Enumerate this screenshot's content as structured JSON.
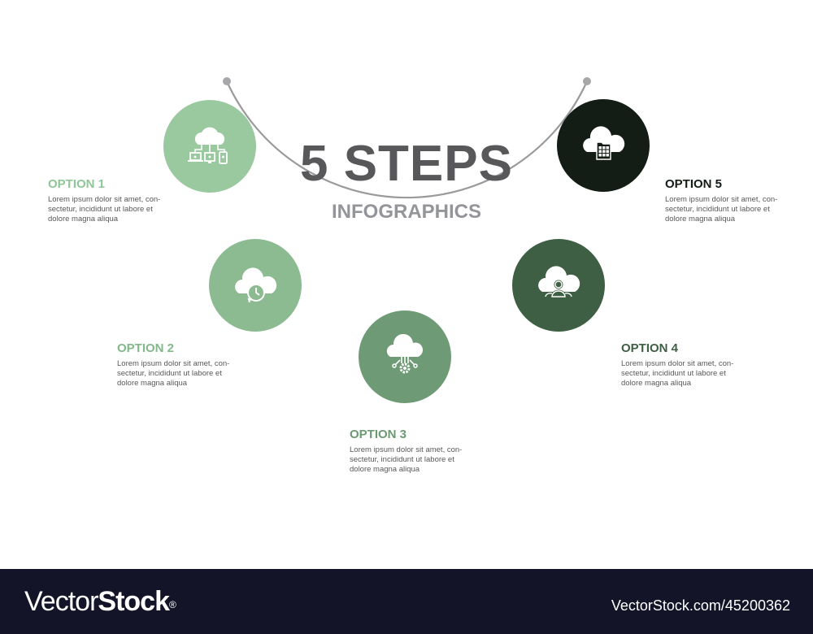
{
  "header": {
    "title": "5 STEPS",
    "subtitle": "INFOGRAPHICS"
  },
  "colors": {
    "step1": "#9ac9a0",
    "step2": "#8cbb92",
    "step3": "#6e9b75",
    "step4": "#3e5f43",
    "step5": "#141c16",
    "title": "#58585a",
    "subtitle": "#939598",
    "arc": "#9a9a9c",
    "footer_bg": "#131428"
  },
  "steps": [
    {
      "label": "OPTION 1",
      "text": "Lorem ipsum dolor sit amet, con-\nsectetur, incididunt ut labore et\ndolore magna aliqua",
      "icon": "cloud-devices-icon",
      "color": "#9ac9a0"
    },
    {
      "label": "OPTION 2",
      "text": "Lorem ipsum dolor sit amet, con-\nsectetur, incididunt ut labore et\ndolore magna aliqua",
      "icon": "cloud-clock-sync-icon",
      "color": "#8cbb92"
    },
    {
      "label": "OPTION 3",
      "text": "Lorem ipsum dolor sit amet, con-\nsectetur, incididunt ut labore et\ndolore magna aliqua",
      "icon": "cloud-gear-circuit-icon",
      "color": "#6e9b75"
    },
    {
      "label": "OPTION 4",
      "text": "Lorem ipsum dolor sit amet, con-\nsectetur, incididunt ut labore et\ndolore magna aliqua",
      "icon": "cloud-users-icon",
      "color": "#3e5f43"
    },
    {
      "label": "OPTION 5",
      "text": "Lorem ipsum dolor sit amet, con-\nsectetur, incididunt ut labore et\ndolore magna aliqua",
      "icon": "cloud-folder-grid-icon",
      "color": "#141c16"
    }
  ],
  "footer": {
    "brand_light": "Vector",
    "brand_bold": "Stock",
    "brand_mark": "®",
    "url": "VectorStock.com/45200362"
  }
}
